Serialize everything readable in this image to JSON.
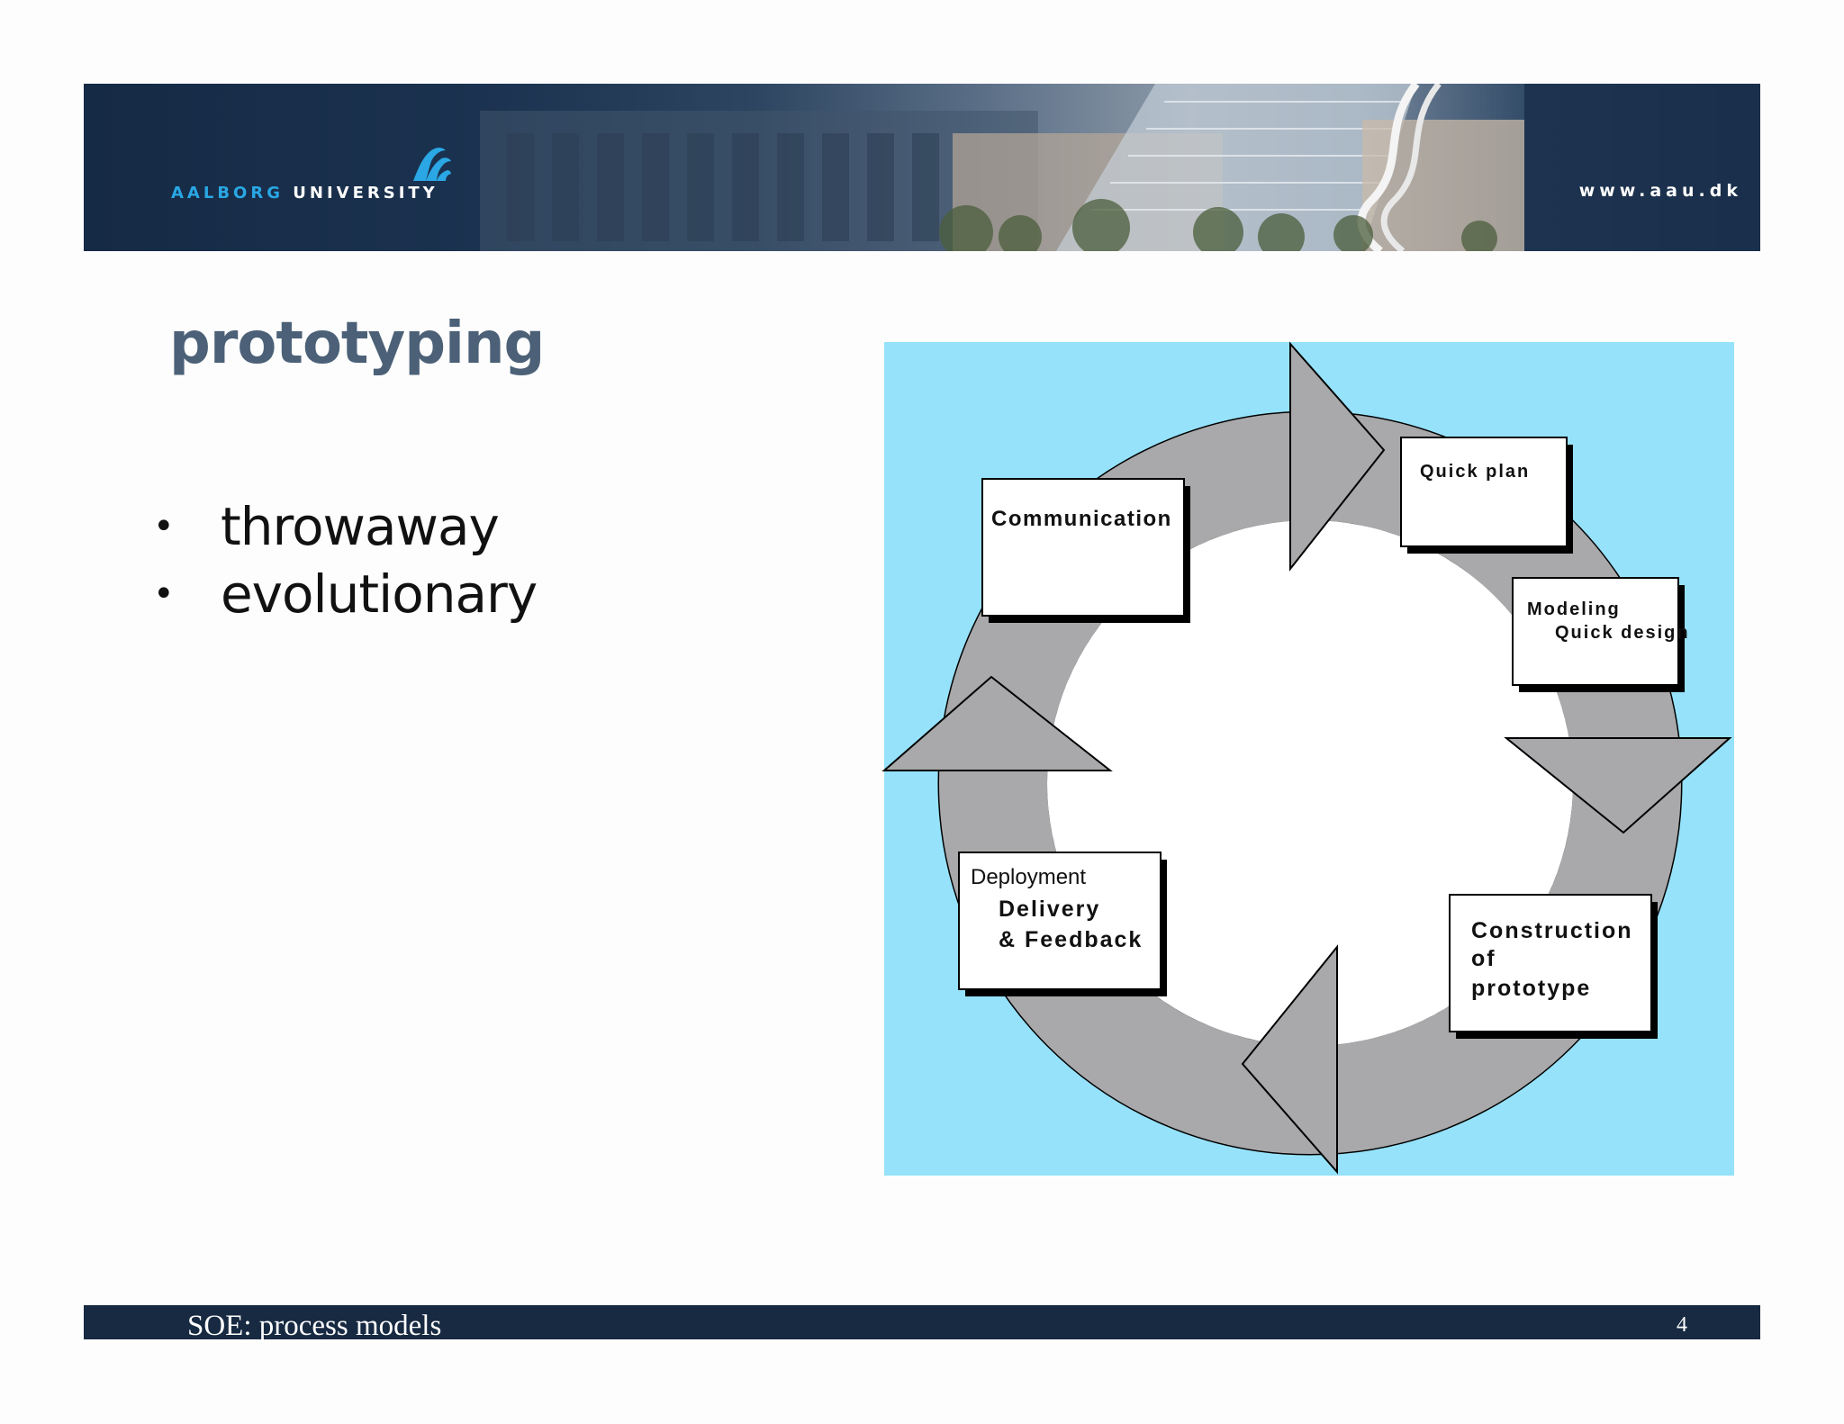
{
  "header": {
    "logo_text_part1": "AALBORG",
    "logo_text_part2": "UNIVERSITY",
    "url": "www.aau.dk"
  },
  "slide": {
    "title": "prototyping",
    "bullets": [
      "throwaway",
      "evolutionary"
    ]
  },
  "diagram": {
    "background_color": "#96e2fa",
    "arrow_color": "#a9a9ab",
    "steps": {
      "communication": [
        "Communication"
      ],
      "quick_plan": [
        "Quick plan"
      ],
      "modeling": [
        "Modeling",
        "Quick design"
      ],
      "construction": [
        "Construction",
        "of",
        "prototype"
      ],
      "deployment": [
        "Deployment",
        "Delivery",
        "& Feedback"
      ]
    }
  },
  "footer": {
    "text": "SOE: process models",
    "page_number": "4"
  },
  "colors": {
    "banner": "#172a42",
    "title": "#4c6177",
    "logo_accent": "#2aa7e4"
  }
}
